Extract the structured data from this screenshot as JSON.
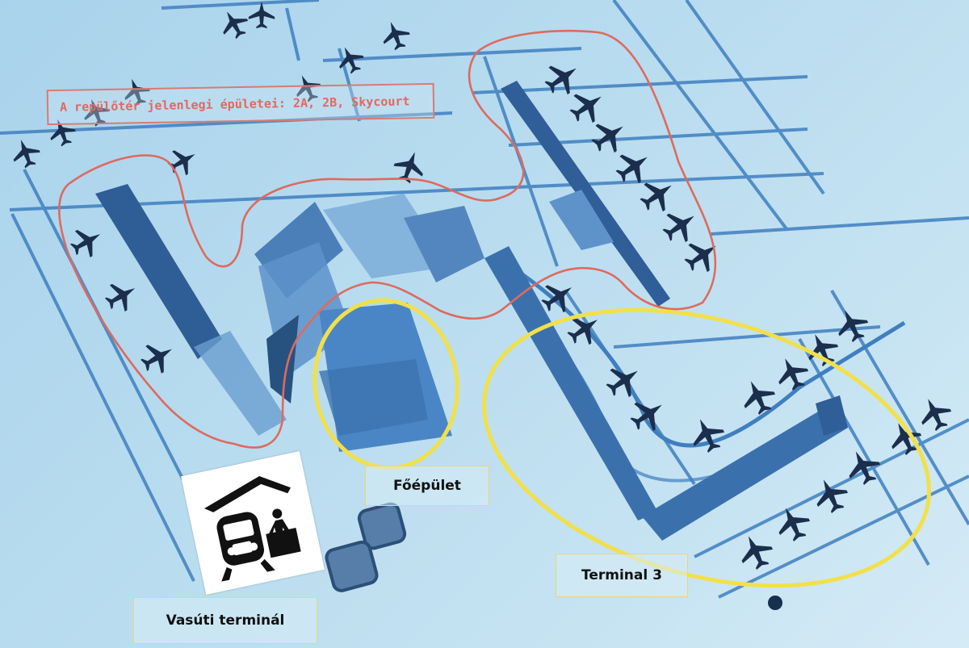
{
  "annotations": {
    "current_buildings": "A repülőtér jelenlegi épületei: 2A, 2B, Skycourt",
    "main_building": "Főépület",
    "terminal3": "Terminal 3",
    "rail_terminal": "Vasúti terminál"
  },
  "colors": {
    "background": "#b9dcef",
    "taxiway": "#3f7fc0",
    "building": "#4b86c5",
    "red_outline": "#de6a5e",
    "yellow_outline": "#f2e04a",
    "airplane": "#1b2f4d"
  },
  "icons": {
    "airplane": "airplane-icon",
    "rail": "train-station-icon",
    "pedestrian": "pedestrian-icon"
  }
}
